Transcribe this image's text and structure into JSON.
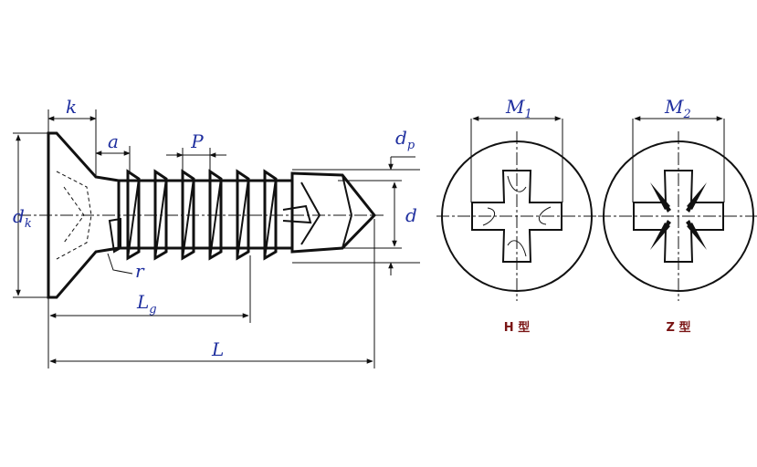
{
  "labels": {
    "k": "k",
    "a": "a",
    "p": "P",
    "dp_base": "d",
    "dp_sub": "p",
    "dk_base": "d",
    "dk_sub": "k",
    "d": "d",
    "r": "r",
    "lg_base": "L",
    "lg_sub": "g",
    "l": "L",
    "m1_base": "M",
    "m1_sub": "1",
    "m2_base": "M",
    "m2_sub": "2",
    "h_type": "H 型",
    "z_type": "Z 型"
  },
  "colors": {
    "dimension_text": "#1f2f9f",
    "caption_text": "#7a1515",
    "line": "#111111"
  }
}
